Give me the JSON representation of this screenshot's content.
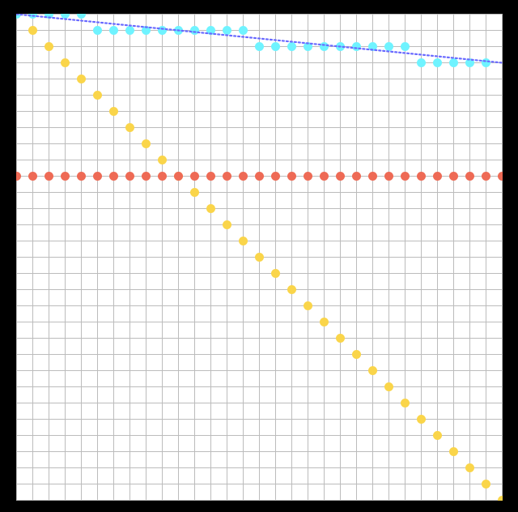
{
  "board": {
    "columns": 30,
    "rows": 30,
    "background_color": "#ffffff",
    "grid_line_color": "#bcbcbc",
    "frame_color": "#000000"
  },
  "guide_line": {
    "color": "#6a6aff",
    "style": "dotted",
    "from_cell": [
      0,
      0
    ],
    "to_cell": [
      30,
      3
    ]
  },
  "dot_series": [
    {
      "id": "cyan-steps",
      "color": "#6ff3ff",
      "cells": [
        [
          0,
          0
        ],
        [
          1,
          0
        ],
        [
          2,
          0
        ],
        [
          3,
          0
        ],
        [
          4,
          0
        ],
        [
          5,
          1
        ],
        [
          6,
          1
        ],
        [
          7,
          1
        ],
        [
          8,
          1
        ],
        [
          9,
          1
        ],
        [
          10,
          1
        ],
        [
          11,
          1
        ],
        [
          12,
          1
        ],
        [
          13,
          1
        ],
        [
          14,
          1
        ],
        [
          15,
          2
        ],
        [
          16,
          2
        ],
        [
          17,
          2
        ],
        [
          18,
          2
        ],
        [
          19,
          2
        ],
        [
          20,
          2
        ],
        [
          21,
          2
        ],
        [
          22,
          2
        ],
        [
          23,
          2
        ],
        [
          24,
          2
        ],
        [
          25,
          3
        ],
        [
          26,
          3
        ],
        [
          27,
          3
        ],
        [
          28,
          3
        ],
        [
          29,
          3
        ]
      ]
    },
    {
      "id": "yellow-diagonal",
      "color": "#fad54a",
      "cells": [
        [
          1,
          1
        ],
        [
          2,
          2
        ],
        [
          3,
          3
        ],
        [
          4,
          4
        ],
        [
          5,
          5
        ],
        [
          6,
          6
        ],
        [
          7,
          7
        ],
        [
          8,
          8
        ],
        [
          9,
          9
        ],
        [
          10,
          10
        ],
        [
          11,
          11
        ],
        [
          12,
          12
        ],
        [
          13,
          13
        ],
        [
          14,
          14
        ],
        [
          15,
          15
        ],
        [
          16,
          16
        ],
        [
          17,
          17
        ],
        [
          18,
          18
        ],
        [
          19,
          19
        ],
        [
          20,
          20
        ],
        [
          21,
          21
        ],
        [
          22,
          22
        ],
        [
          23,
          23
        ],
        [
          24,
          24
        ],
        [
          25,
          25
        ],
        [
          26,
          26
        ],
        [
          27,
          27
        ],
        [
          28,
          28
        ],
        [
          29,
          29
        ],
        [
          30,
          30
        ]
      ]
    },
    {
      "id": "red-row",
      "color": "#ee6a55",
      "cells": [
        [
          0,
          10
        ],
        [
          1,
          10
        ],
        [
          2,
          10
        ],
        [
          3,
          10
        ],
        [
          4,
          10
        ],
        [
          5,
          10
        ],
        [
          6,
          10
        ],
        [
          7,
          10
        ],
        [
          8,
          10
        ],
        [
          9,
          10
        ],
        [
          10,
          10
        ],
        [
          11,
          10
        ],
        [
          12,
          10
        ],
        [
          13,
          10
        ],
        [
          14,
          10
        ],
        [
          15,
          10
        ],
        [
          16,
          10
        ],
        [
          17,
          10
        ],
        [
          18,
          10
        ],
        [
          19,
          10
        ],
        [
          20,
          10
        ],
        [
          21,
          10
        ],
        [
          22,
          10
        ],
        [
          23,
          10
        ],
        [
          24,
          10
        ],
        [
          25,
          10
        ],
        [
          26,
          10
        ],
        [
          27,
          10
        ],
        [
          28,
          10
        ],
        [
          29,
          10
        ],
        [
          30,
          10
        ]
      ]
    }
  ]
}
